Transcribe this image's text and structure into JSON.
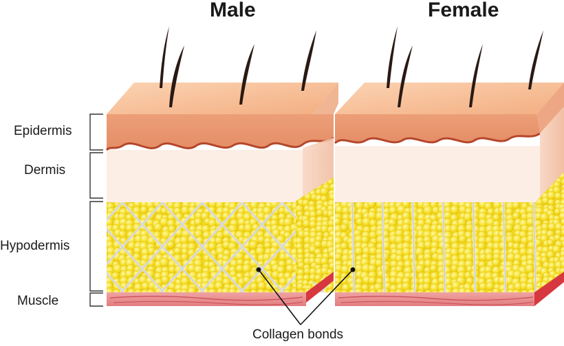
{
  "diagram": {
    "titles": {
      "male": "Male",
      "female": "Female"
    },
    "layers": {
      "epidermis": "Epidermis",
      "dermis": "Dermis",
      "hypodermis": "Hypodermis",
      "muscle": "Muscle"
    },
    "callout": "Collagen bonds",
    "colors": {
      "epidermis_top": "#f8c29c",
      "epidermis_front": "#e99a75",
      "basement_line": "#b5462a",
      "dermis": "#fdeee5",
      "fat": "#f4dc1c",
      "fat_highlight": "#fff59a",
      "collagen": "#e4e4e4",
      "muscle": "#ec8e8e",
      "muscle_dark": "#d7373e",
      "hair": "#2a1a14"
    }
  }
}
